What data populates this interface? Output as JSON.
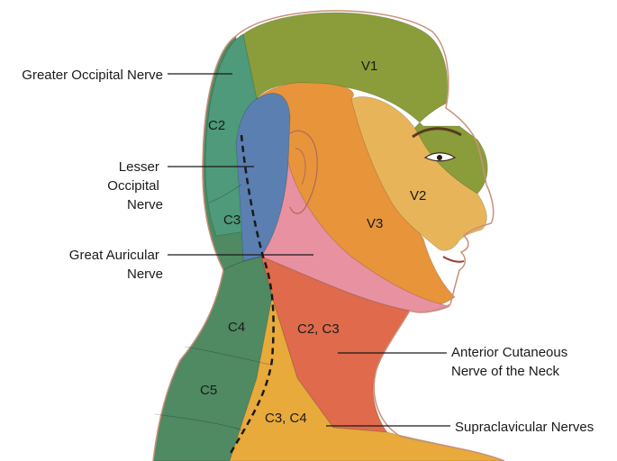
{
  "callouts": {
    "greater_occipital": "Greater Occipital Nerve",
    "lesser_occipital": [
      "Lesser",
      "Occipital",
      "Nerve"
    ],
    "great_auricular": [
      "Great Auricular",
      "Nerve"
    ],
    "anterior_cutaneous": [
      "Anterior Cutaneous",
      "Nerve of the Neck"
    ],
    "supraclavicular": "Supraclavicular Nerves"
  },
  "zones": {
    "v1": "V1",
    "v2": "V2",
    "v3": "V3",
    "c2": "C2",
    "c3": "C3",
    "c4": "C4",
    "c5": "C5",
    "c2c3": "C2, C3",
    "c3c4": "C3, C4"
  },
  "colors": {
    "v1": "#8a9d3a",
    "v2": "#e8b45a",
    "v3": "#e8943a",
    "greater_occipital": "#4e9a7a",
    "lesser_occipital": "#5b7fb0",
    "great_auricular": "#e891a0",
    "anterior_neck": "#df6a4c",
    "supraclavicular": "#e8aa3a",
    "posterior_neck": "#4f8a62",
    "skin_outline": "#c9907a"
  }
}
